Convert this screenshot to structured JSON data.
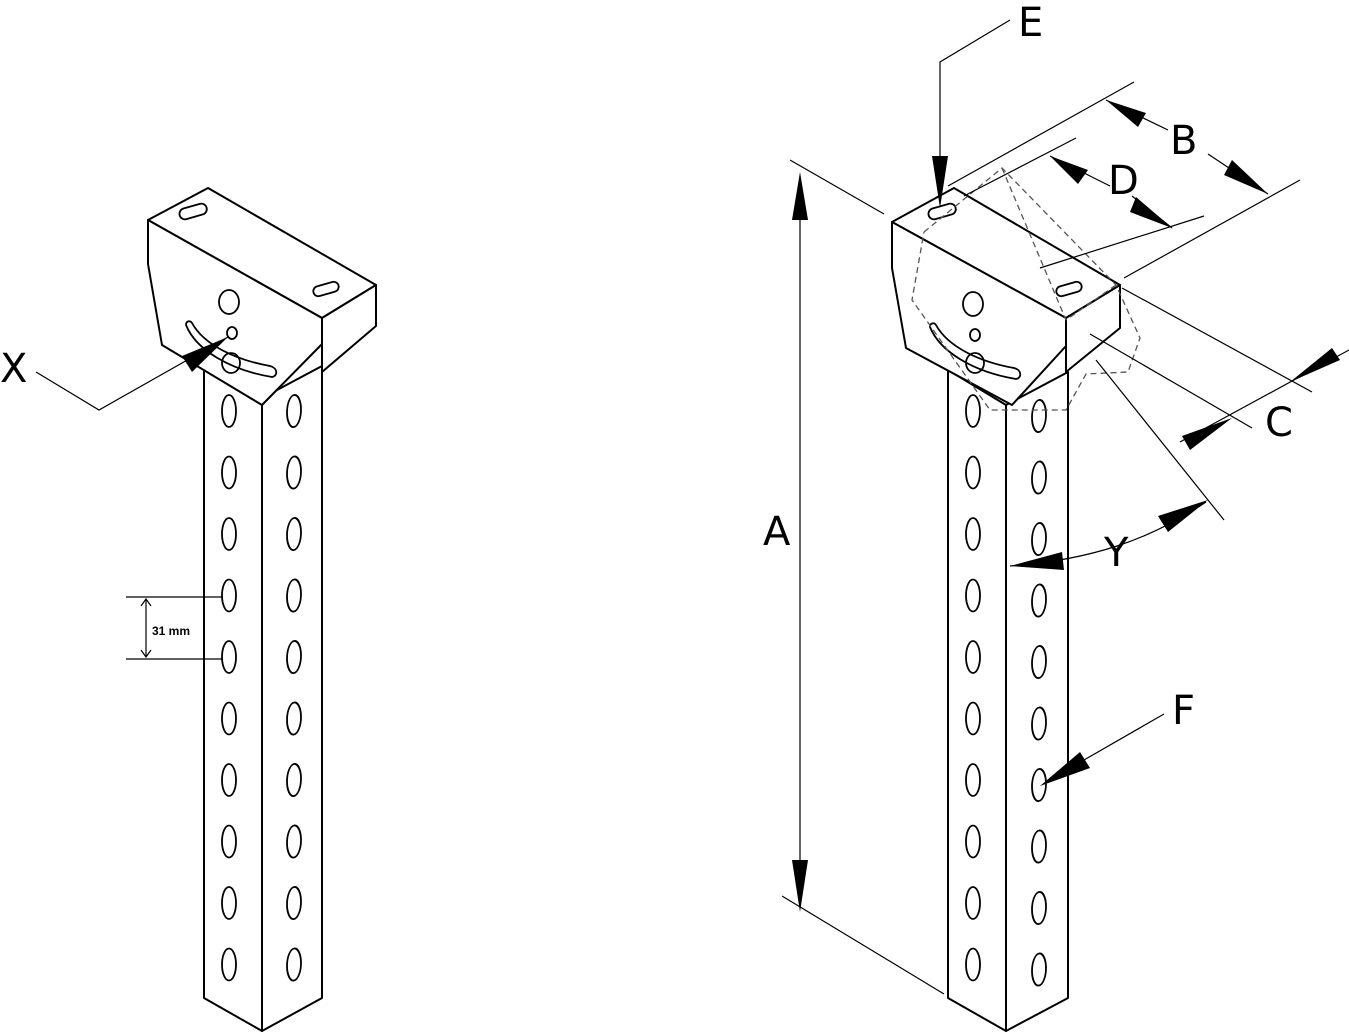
{
  "labels": {
    "x": "X",
    "a": "A",
    "b": "B",
    "c": "C",
    "d": "D",
    "e": "E",
    "f": "F",
    "y": "Y",
    "spacing": "31 mm"
  },
  "left_column": {
    "slot_rows": 10
  },
  "right_column": {
    "slot_rows": 10
  },
  "colors": {
    "line": "#000000",
    "background": "#ffffff",
    "hidden_line": "#555555"
  }
}
